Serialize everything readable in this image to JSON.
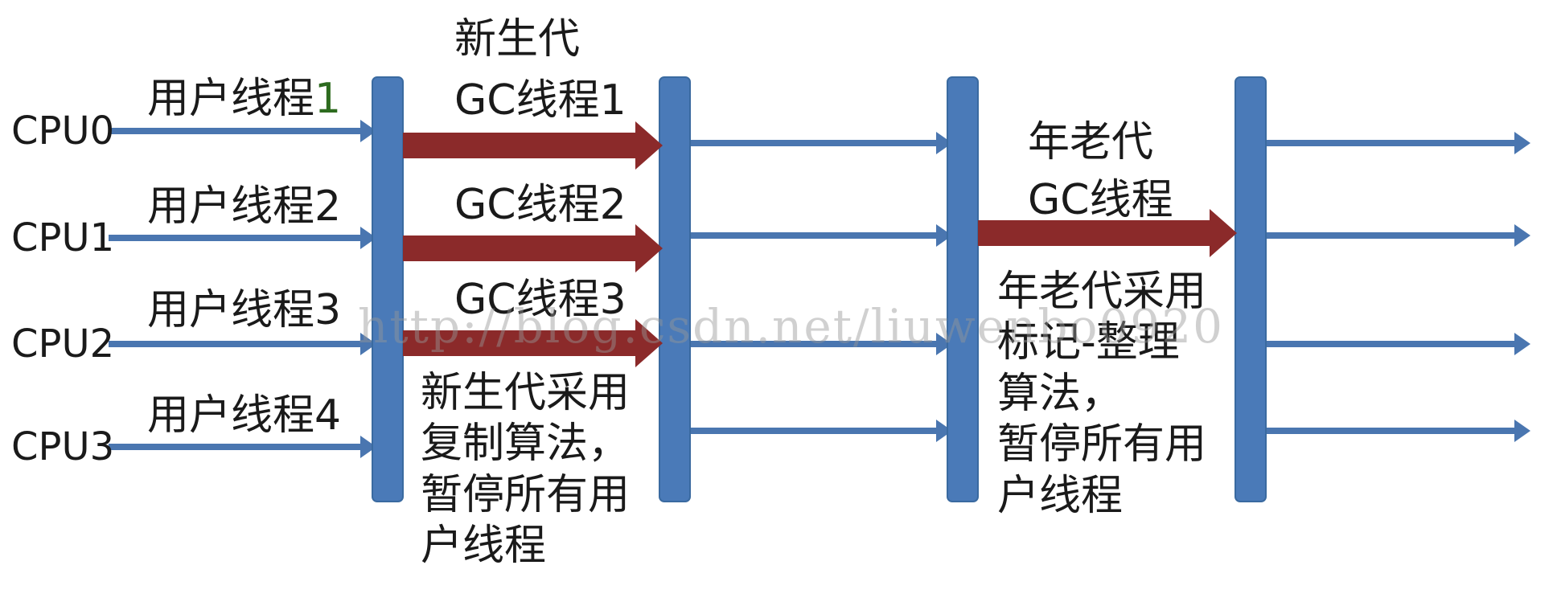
{
  "cpus": [
    "CPU0",
    "CPU1",
    "CPU2",
    "CPU3"
  ],
  "user_threads": {
    "base": "用户线程",
    "numbers": [
      "1",
      "2",
      "3",
      "4"
    ]
  },
  "young_gen": {
    "title": "新生代",
    "gc_threads": [
      "GC线程1",
      "GC线程2",
      "GC线程3"
    ],
    "note": "新生代采用\n复制算法，\n暂停所有用\n户线程"
  },
  "old_gen": {
    "title": "年老代",
    "gc_thread": "GC线程",
    "note": "年老代采用\n标记-整理\n算法，\n暂停所有用\n户线程"
  },
  "watermark": "http://blog.csdn.net/liuwenbo0920",
  "colors": {
    "barrier": "#4a7ab8",
    "barrier_border": "#3a6aa0",
    "thin_arrow": "#4a76b0",
    "gc_arrow": "#8b2a2a",
    "thread_number": "#2d6b1f"
  }
}
